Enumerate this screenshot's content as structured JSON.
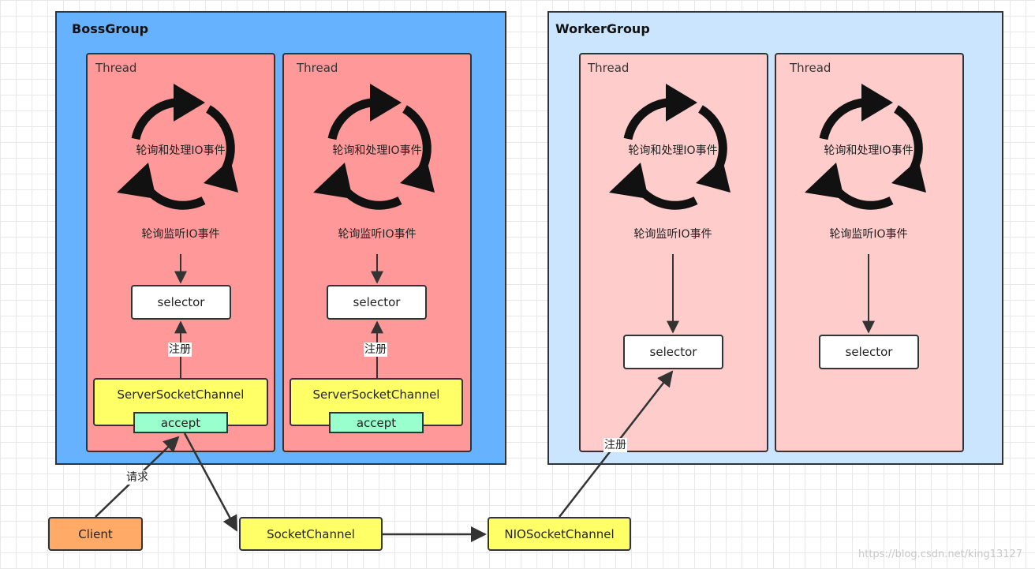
{
  "boss_group": {
    "title": "BossGroup",
    "color": "#66b2ff",
    "threads": [
      {
        "label": "Thread",
        "cycle_top": "轮询和处理IO事件",
        "cycle_bottom": "轮询监听IO事件",
        "selector": "selector",
        "register": "注册",
        "server_channel": "ServerSocketChannel",
        "accept": "accept"
      },
      {
        "label": "Thread",
        "cycle_top": "轮询和处理IO事件",
        "cycle_bottom": "轮询监听IO事件",
        "selector": "selector",
        "register": "注册",
        "server_channel": "ServerSocketChannel",
        "accept": "accept"
      }
    ]
  },
  "worker_group": {
    "title": "WorkerGroup",
    "color": "#cce5ff",
    "threads": [
      {
        "label": "Thread",
        "cycle_top": "轮询和处理IO事件",
        "cycle_bottom": "轮询监听IO事件",
        "selector": "selector"
      },
      {
        "label": "Thread",
        "cycle_top": "轮询和处理IO事件",
        "cycle_bottom": "轮询监听IO事件",
        "selector": "selector"
      }
    ]
  },
  "flow": {
    "client": "Client",
    "request": "请求",
    "socket_channel": "SocketChannel",
    "nio_socket_channel": "NIOSocketChannel",
    "register": "注册"
  },
  "colors": {
    "boss_thread": "#ff9999",
    "worker_thread": "#ffcccc",
    "selector": "#ffffff",
    "channel": "#ffff66",
    "accept": "#99ffcc",
    "client": "#ffaa66"
  },
  "watermark": "https://blog.csdn.net/king13127"
}
